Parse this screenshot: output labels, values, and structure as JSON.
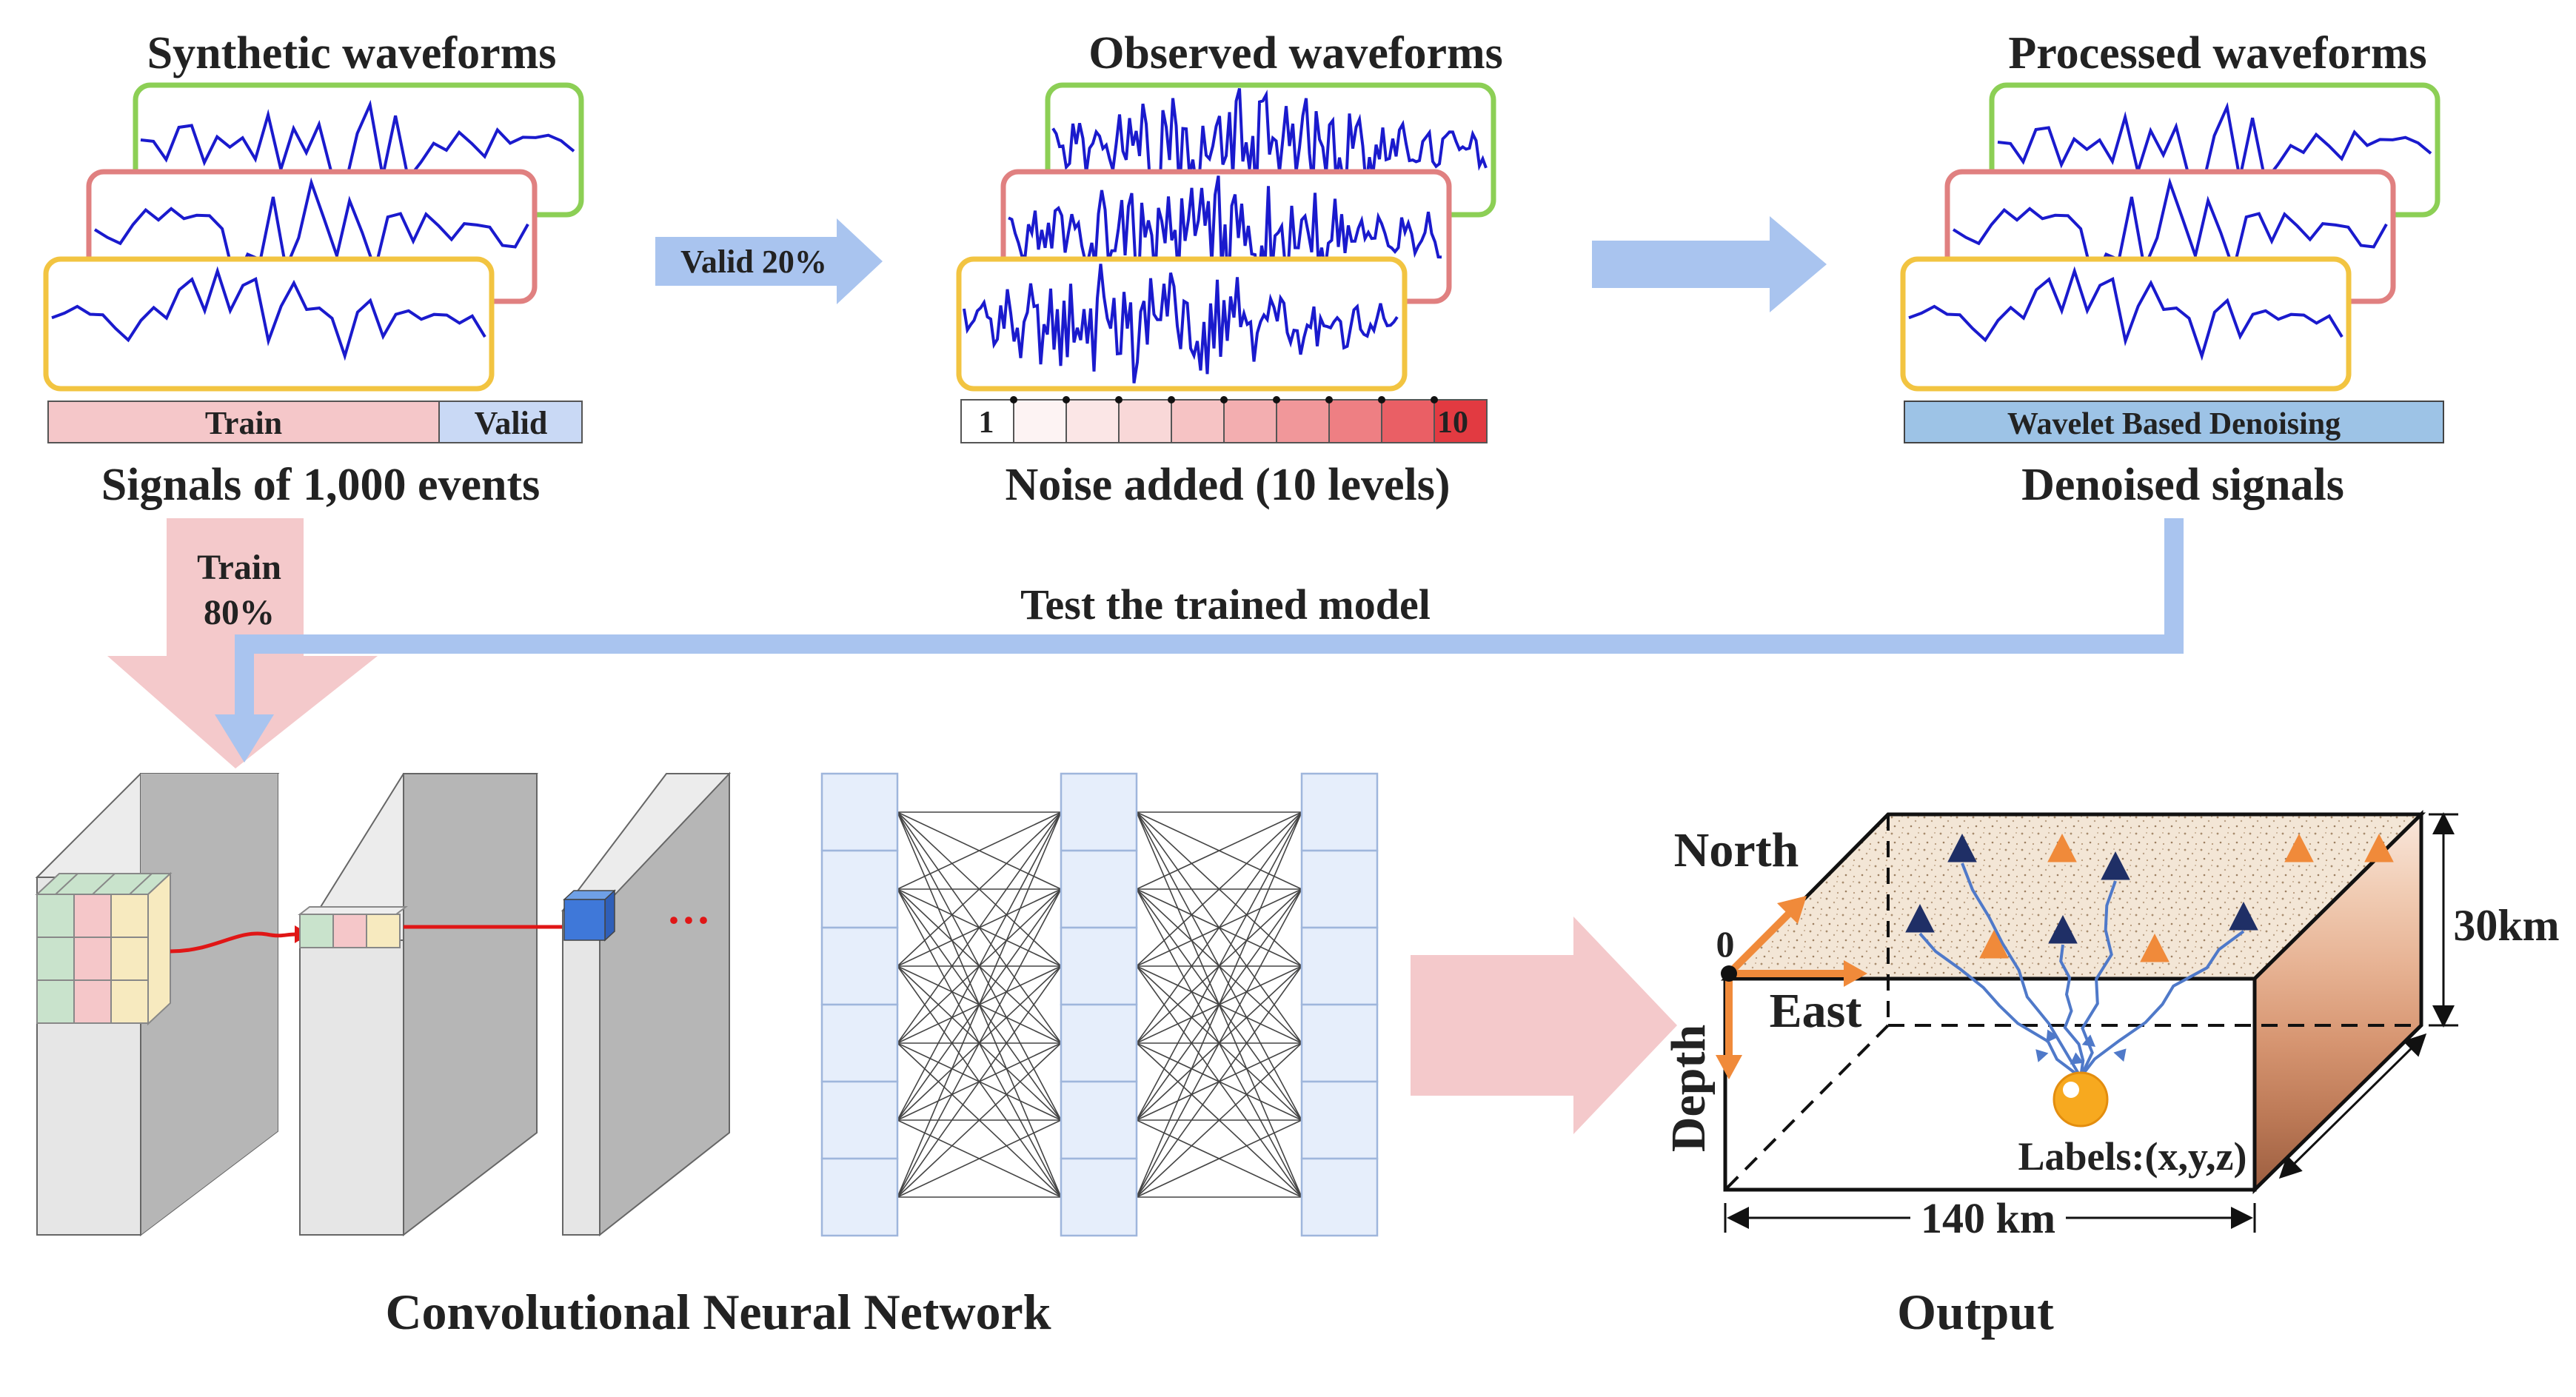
{
  "top": {
    "synthetic_title": "Synthetic waveforms",
    "observed_title": "Observed waveforms",
    "processed_title": "Processed waveforms",
    "train_bar_label": "Train",
    "valid_bar_label": "Valid",
    "signals_caption": "Signals of 1,000 events",
    "valid_arrow_label": "Valid 20%",
    "noise_level_min": "1",
    "noise_level_max": "10",
    "noise_caption": "Noise added (10 levels)",
    "wavelet_bar_label": "Wavelet Based Denoising",
    "denoised_caption": "Denoised signals"
  },
  "middle": {
    "train_arrow_line1": "Train",
    "train_arrow_line2": "80%",
    "test_label": "Test the trained model"
  },
  "bottom": {
    "ellipsis": "···",
    "cnn_caption": "Convolutional Neural Network",
    "output_caption": "Output"
  },
  "output_box": {
    "north_label": "North",
    "east_label": "East",
    "depth_label": "Depth",
    "origin_label": "0",
    "depth_dim_label": "30km",
    "width_dim_label": "140 km",
    "labels_text": "Labels:(x,y,z)"
  },
  "colors": {
    "waveform_line": "#1a1acd",
    "frame_green": "#8ccf55",
    "frame_red": "#e08080",
    "frame_yellow": "#f2c441",
    "arrow_blue": "#a9c4ef",
    "arrow_pink": "#f4c9cb",
    "train_bar": "#f5c7c9",
    "valid_bar": "#c9d9f5",
    "wavelet_bar": "#9dc3e6",
    "station_dark": "#1f2f66",
    "station_orange": "#f08a3a",
    "source_orange": "#f7a91f"
  },
  "noise_scale_colors": [
    "#ffffff",
    "#fdf3f3",
    "#fbe6e6",
    "#f9d8d8",
    "#f6c3c4",
    "#f3aeb0",
    "#f1979a",
    "#ee7f83",
    "#ea5f65",
    "#e23a41"
  ]
}
